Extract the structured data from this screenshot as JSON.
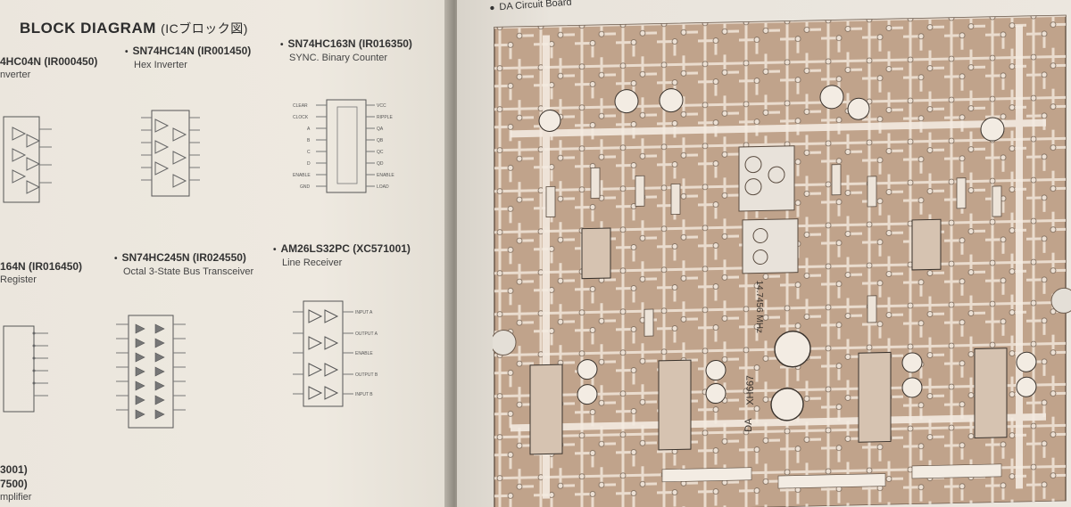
{
  "left_page": {
    "section_title": "BLOCK DIAGRAM",
    "section_title_jp": "(ICブロック図)",
    "ics": [
      {
        "name": "4HC04N (IR000450)",
        "desc": "nverter"
      },
      {
        "name": "SN74HC14N (IR001450)",
        "desc": "Hex Inverter"
      },
      {
        "name": "SN74HC163N (IR016350)",
        "desc": "SYNC. Binary Counter"
      },
      {
        "name": "164N (IR016450)",
        "desc": "Register"
      },
      {
        "name": "SN74HC245N (IR024550)",
        "desc": "Octal 3-State Bus Transceiver"
      },
      {
        "name": "AM26LS32PC (XC571001)",
        "desc": "Line Receiver"
      }
    ],
    "bottom_partial": [
      "3001)",
      "7500)",
      "mplifier"
    ],
    "counter_pins_left": [
      "CLEAR",
      "CLOCK",
      "A",
      "B",
      "C",
      "D",
      "ENABLE",
      "GND"
    ],
    "counter_pins_right": [
      "VCC",
      "RIPPLE",
      "QA",
      "QB",
      "QC",
      "QD",
      "ENABLE",
      "LOAD"
    ],
    "receiver_pins": [
      "INPUT A",
      "OUTPUT A",
      "ENABLE",
      "OUTPUT B",
      "INPUT B"
    ]
  },
  "right_page": {
    "board_title": "DA Circuit Board",
    "board_labels": [
      "DA",
      "XH667",
      "14.7456 MHz"
    ],
    "colors": {
      "board": "#c2a58d",
      "trace": "#f5ece2",
      "silk": "#3a332d"
    }
  }
}
